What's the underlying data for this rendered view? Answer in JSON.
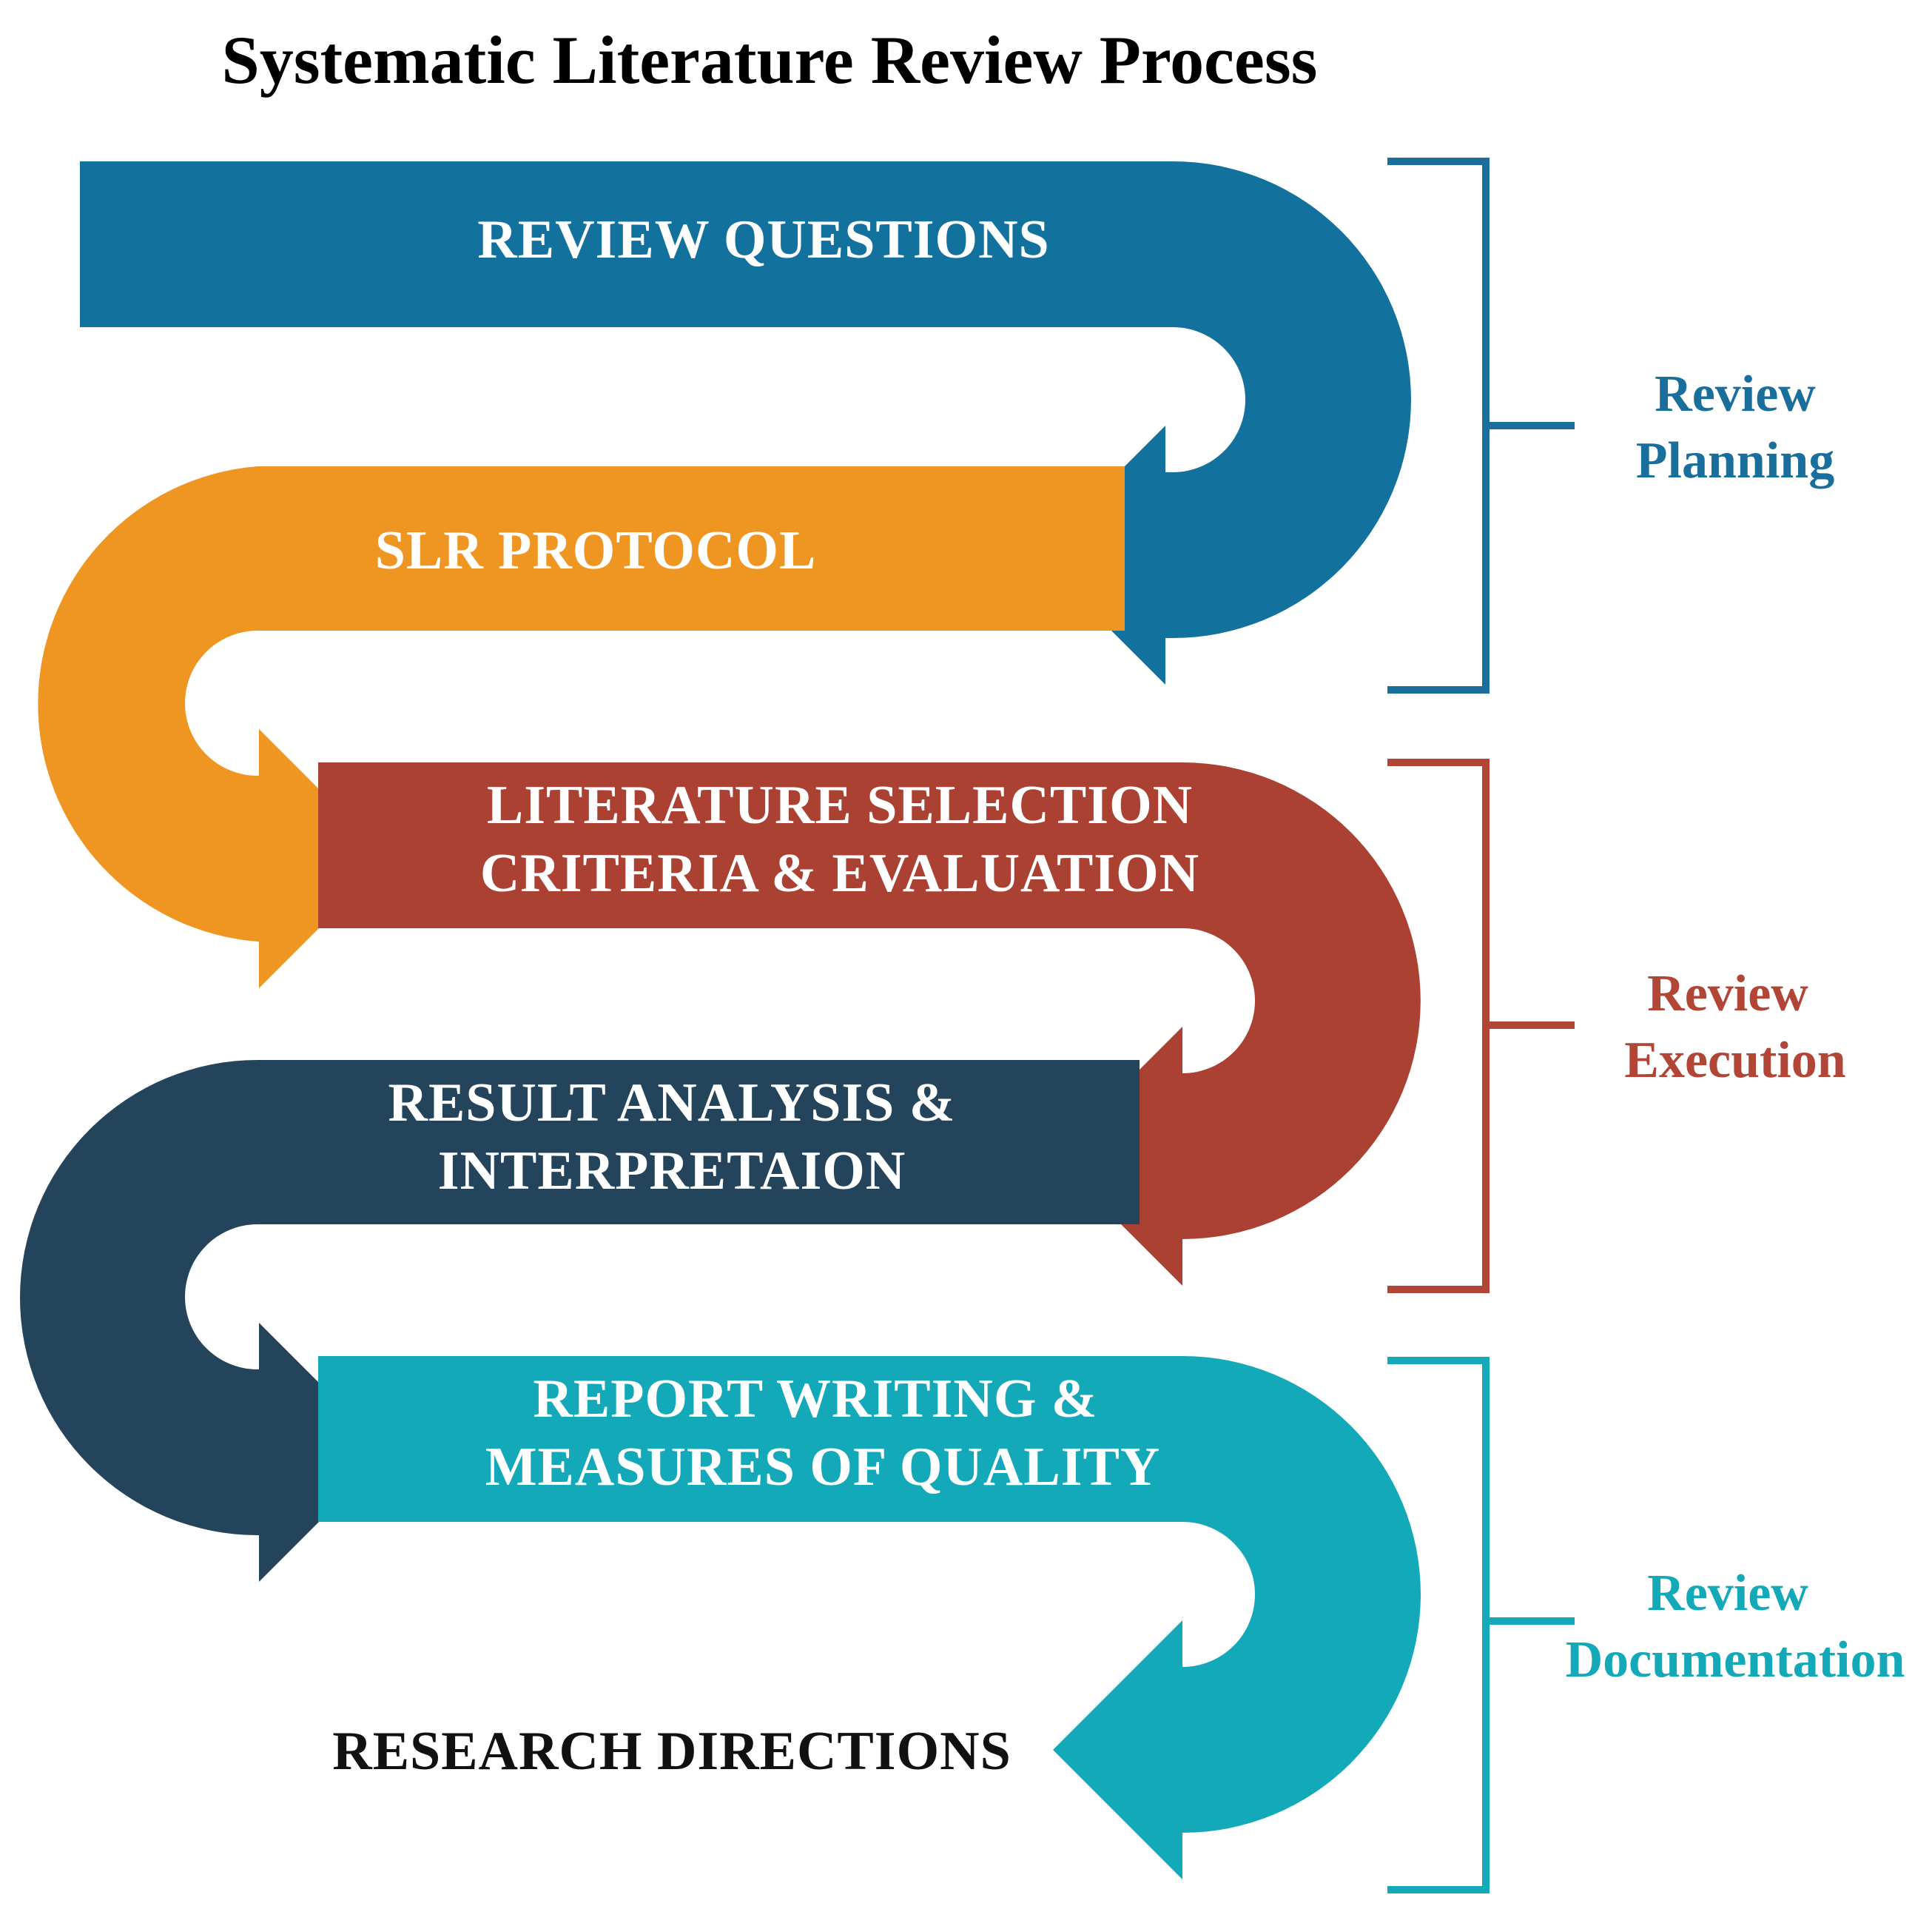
{
  "title": "Systematic Literature Review Process",
  "steps": [
    {
      "lines": [
        "REVIEW QUESTIONS"
      ],
      "color": "#13729d"
    },
    {
      "lines": [
        "SLR PROTOCOL"
      ],
      "color": "#ef9521"
    },
    {
      "lines": [
        "LITERATURE SELECTION",
        "CRITERIA & EVALUATION"
      ],
      "color": "#ab4133"
    },
    {
      "lines": [
        "RESULT ANALYSIS &",
        "INTERPRETAION"
      ],
      "color": "#24445c"
    },
    {
      "lines": [
        "REPORT WRITING &",
        "MEASURES OF QUALITY"
      ],
      "color": "#14a9b8"
    },
    {
      "lines": [
        "RESEARCH DIRECTIONS"
      ],
      "color": "#111111"
    }
  ],
  "phases": [
    {
      "lines": [
        "Review",
        "Planning"
      ],
      "color": "#1a6e9c"
    },
    {
      "lines": [
        "Review",
        "Execution"
      ],
      "color": "#b14536"
    },
    {
      "lines": [
        "Review",
        "Documentation"
      ],
      "color": "#14a9b8"
    }
  ]
}
